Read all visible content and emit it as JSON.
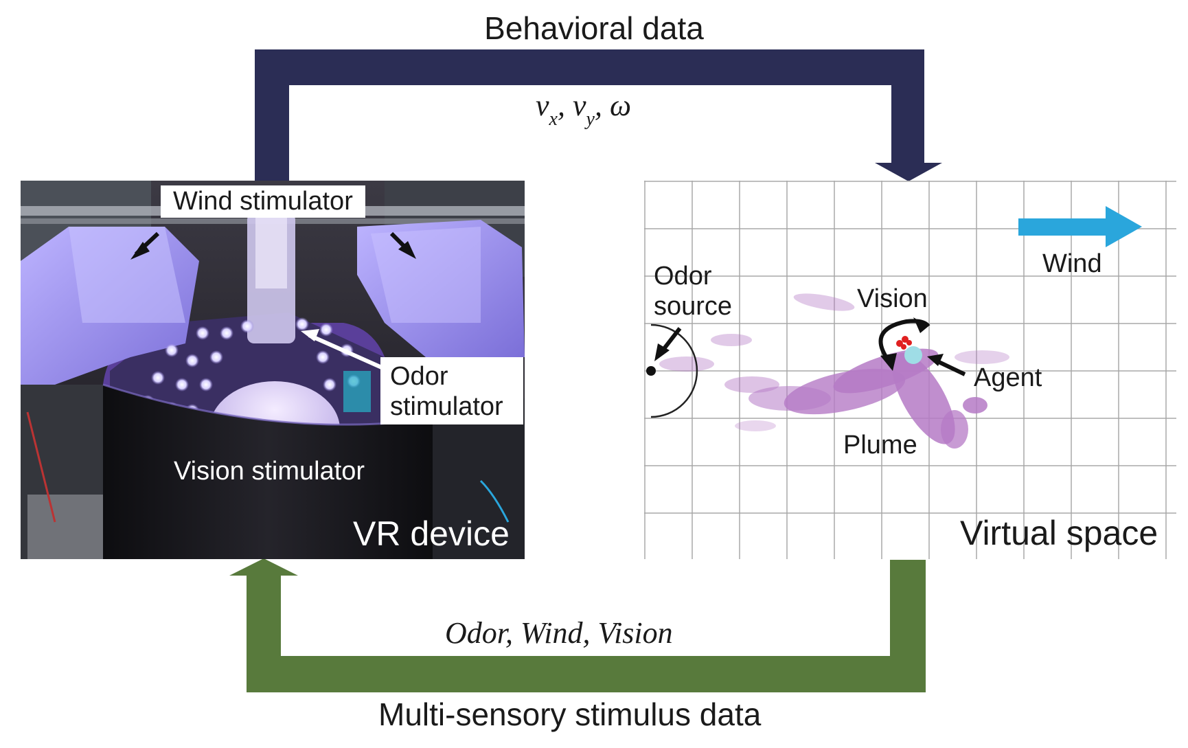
{
  "top_label": "Behavioral data",
  "top_equation": {
    "vx_base": "v",
    "vx_sub": "x",
    "vy_base": "v",
    "vy_sub": "y",
    "sep": ",",
    "omega": "ω"
  },
  "bottom_equation": "Odor, Wind, Vision",
  "bottom_label": "Multi-sensory stimulus data",
  "vr_panel": {
    "wind_stimulator": "Wind stimulator",
    "odor_stimulator_line1": "Odor",
    "odor_stimulator_line2": "stimulator",
    "vision_stimulator": "Vision stimulator",
    "caption": "VR device"
  },
  "virtual_panel": {
    "odor_source_line1": "Odor",
    "odor_source_line2": "source",
    "vision": "Vision",
    "wind": "Wind",
    "agent": "Agent",
    "plume": "Plume",
    "caption": "Virtual space"
  },
  "colors": {
    "behavioral_arrow": "#2b2d55",
    "stimulus_arrow": "#587a3c",
    "wind_arrow": "#2aa6dc",
    "plume": "#b57ac6",
    "agent": "#9fdde6",
    "agent_red": "#e02020",
    "grid": "#a8a8a8"
  }
}
